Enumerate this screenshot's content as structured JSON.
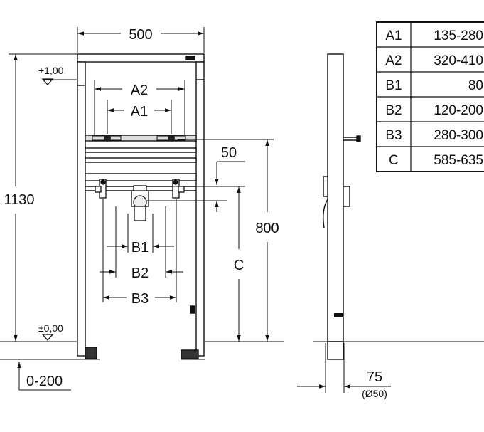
{
  "dimensions": {
    "width": "500",
    "height": "1130",
    "a2": "A2",
    "a1": "A1",
    "offset_50": "50",
    "height_800": "800",
    "c": "C",
    "b1": "B1",
    "b2": "B2",
    "b3": "B3",
    "adjust": "0-200",
    "depth": "75",
    "pipe": "(Ø50)"
  },
  "levels": {
    "top": "+1,00",
    "bottom": "±0,00"
  },
  "table": {
    "rows": [
      {
        "label": "A1",
        "value": "135-280"
      },
      {
        "label": "A2",
        "value": "320-410"
      },
      {
        "label": "B1",
        "value": "80"
      },
      {
        "label": "B2",
        "value": "120-200"
      },
      {
        "label": "B3",
        "value": "280-300"
      },
      {
        "label": "C",
        "value": "585-635"
      }
    ]
  }
}
